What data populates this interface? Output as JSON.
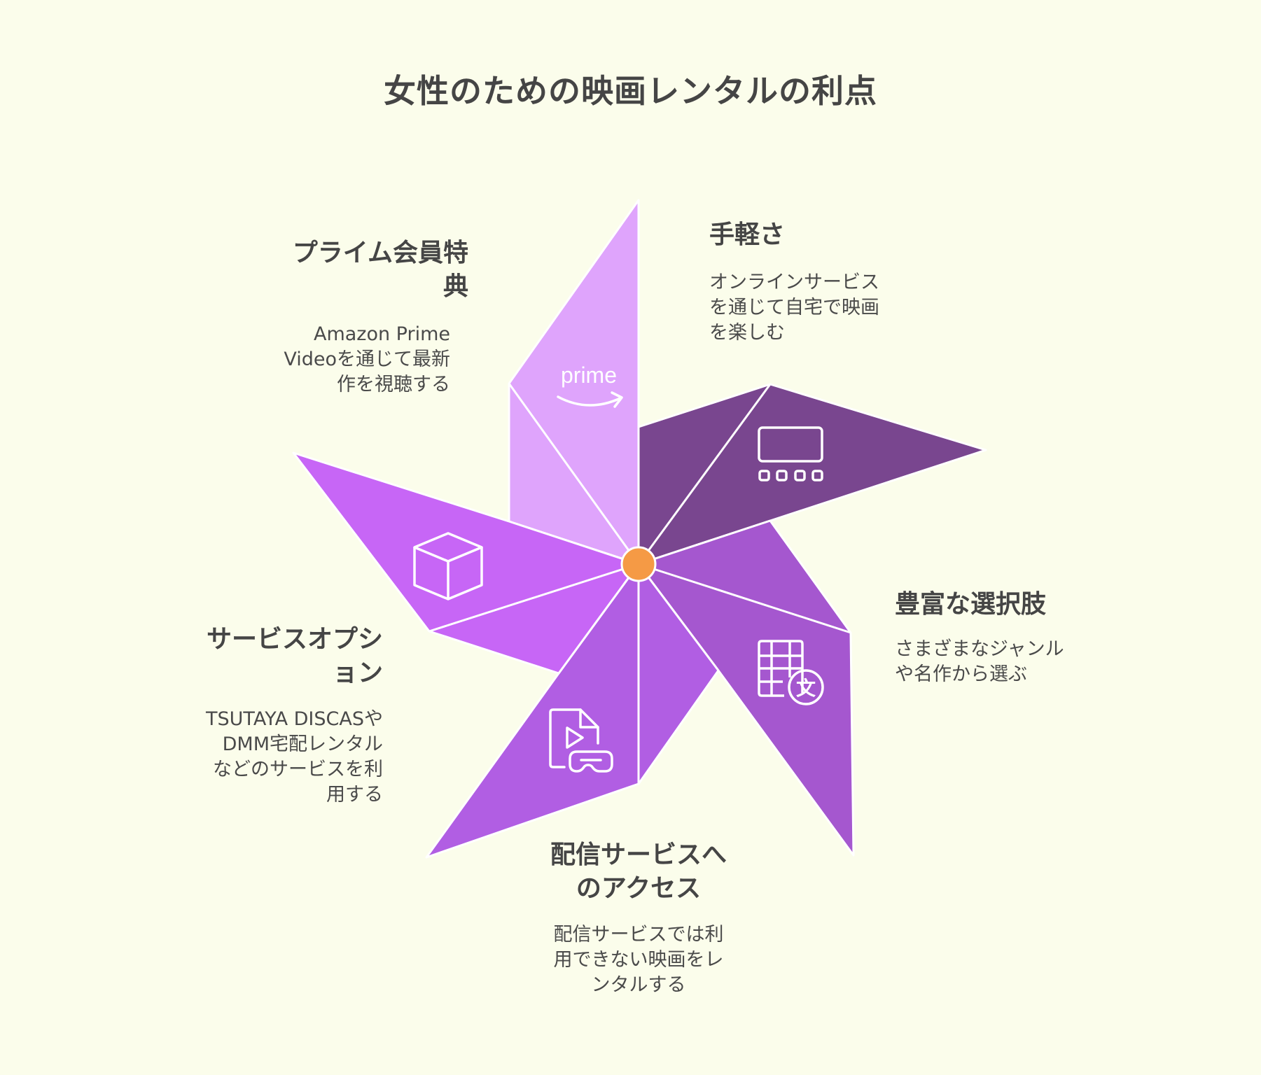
{
  "title": "女性のための映画レンタルの利点",
  "colors": {
    "background": "#fbfdeb",
    "blade_prime": "#dfa4fc",
    "blade_convenience": "#79468f",
    "blade_selection": "#a557cf",
    "blade_streaming": "#b15ee3",
    "blade_options": "#c766f6",
    "hub": "#f59a45",
    "text": "#454545"
  },
  "sections": {
    "prime": {
      "heading_line1": "プライム会員特",
      "heading_line2": "典",
      "desc_line1": "Amazon Prime",
      "desc_line2": "Videoを通じて最新",
      "desc_line3": "作を視聴する",
      "icon_text": "prime",
      "icon": "prime-logo-icon"
    },
    "convenience": {
      "heading": "手軽さ",
      "desc_line1": "オンラインサービス",
      "desc_line2": "を通じて自宅で映画",
      "desc_line3": "を楽しむ",
      "icon": "tv-screen-icon"
    },
    "selection": {
      "heading": "豊富な選択肢",
      "desc_line1": "さまざまなジャンル",
      "desc_line2": "や名作から選ぶ",
      "icon": "film-translate-icon",
      "icon_text": "文"
    },
    "streaming": {
      "heading_line1": "配信サービスへ",
      "heading_line2": "のアクセス",
      "desc_line1": "配信サービスでは利",
      "desc_line2": "用できない映画をレ",
      "desc_line3": "ンタルする",
      "icon": "video-file-vr-icon"
    },
    "options": {
      "heading_line1": "サービスオプシ",
      "heading_line2": "ョン",
      "desc_line1": "TSUTAYA DISCASや",
      "desc_line2": "DMM宅配レンタル",
      "desc_line3": "などのサービスを利",
      "desc_line4": "用する",
      "icon": "box-3d-icon"
    }
  }
}
